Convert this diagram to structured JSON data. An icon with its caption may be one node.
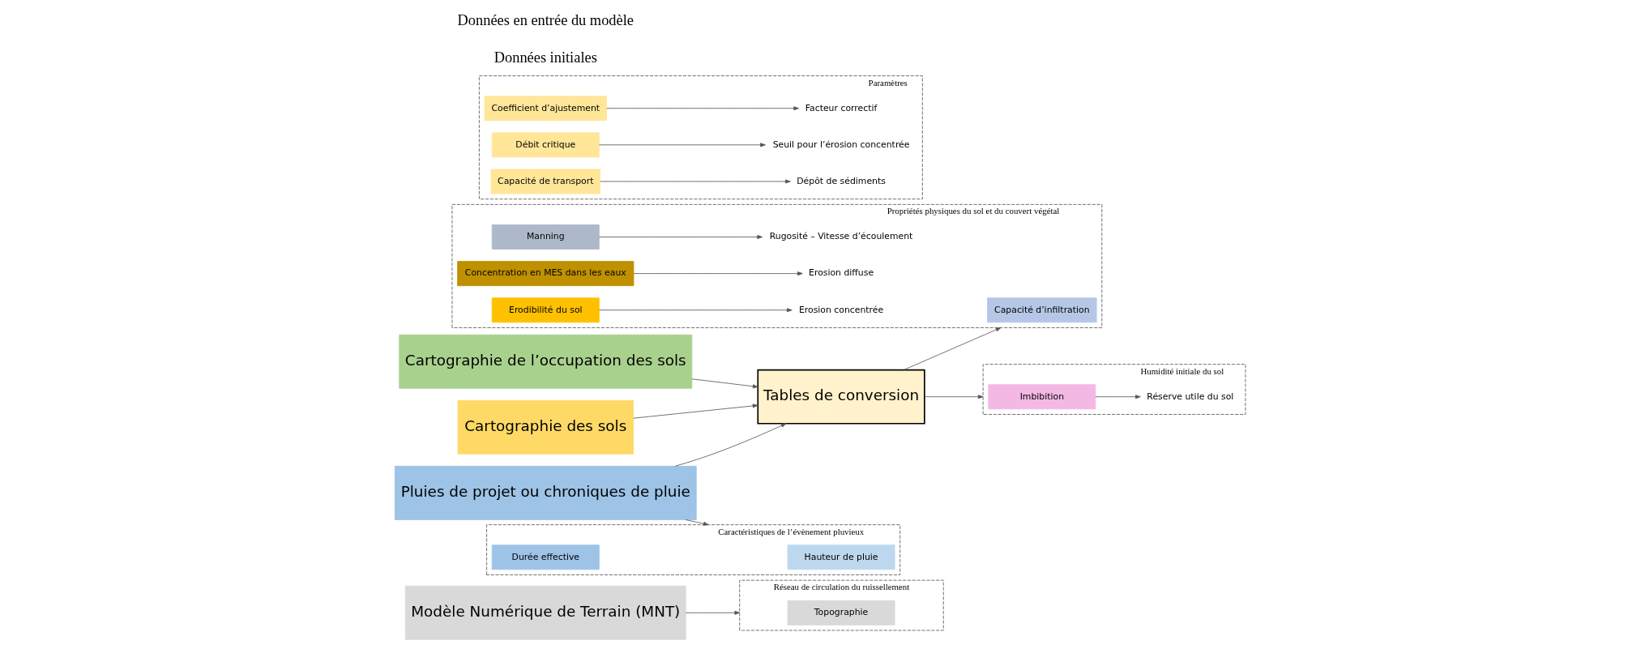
{
  "diagram": {
    "nodes": [
      {
        "text": [
          "Modèle Numérique de Terrain (MNT)"
        ]
      },
      {
        "text": [
          "Cartographie de l’occupation des sols"
        ]
      },
      {
        "text": [
          "Cartographie des sols"
        ]
      },
      {
        "text": [
          "Pluies de projet ou chroniques de pluie"
        ]
      },
      {
        "text": [
          "Tables de conversion"
        ]
      },
      {
        "text": [
          "Réseau de circulation du ruissellement"
        ]
      },
      {
        "text": [
          "Topographie"
        ],
        "in": 5
      },
      {
        "text": [
          "Propriétés physiques du sol et du couvert végétal"
        ]
      },
      {
        "text": [
          "Capacité d’infiltration"
        ],
        "in": 7
      },
      {
        "text": [
          "Manning"
        ],
        "in": 7
      },
      {
        "text": [
          "Concentration en MES dans les eaux"
        ],
        "in": 7
      },
      {
        "text": [
          "Erodibilité du sol"
        ],
        "in": 7
      },
      {
        "text": [
          "Rugosité – Vitesse d’écoulement"
        ],
        "in": 7
      },
      {
        "text": [
          "Erosion diffuse"
        ],
        "in": 7
      },
      {
        "text": [
          "Erosion concentrée"
        ],
        "in": 7
      },
      {
        "text": [
          "Humidité initiale du sol"
        ]
      },
      {
        "text": [
          "Imbibition"
        ],
        "in": 15
      },
      {
        "text": [
          "Réserve utile du sol"
        ],
        "in": 15
      },
      {
        "text": [
          "Caractéristiques de l’évènement pluvieux"
        ]
      },
      {
        "text": [
          "Hauteur de pluie"
        ],
        "in": 18
      },
      {
        "text": [
          "Durée effective"
        ],
        "in": 18
      },
      {
        "text": [
          "Paramètres"
        ]
      },
      {
        "text": [
          "Coefficient d’ajustement"
        ],
        "in": 21
      },
      {
        "text": [
          "Facteur correctif"
        ],
        "in": 21
      },
      {
        "text": [
          "Débit critique"
        ],
        "in": 21
      },
      {
        "text": [
          "Seuil pour l’érosion concentrée"
        ],
        "in": 21
      },
      {
        "text": [
          "Capacité de transport"
        ],
        "in": 21
      },
      {
        "text": [
          "Dépôt de sédiments"
        ],
        "in": 21
      }
    ],
    "edges": [
      {
        "from": 0,
        "to": 5,
        "arrow": "to"
      },
      {
        "from": 1,
        "to": 4,
        "arrow": "to"
      },
      {
        "from": 2,
        "to": 4,
        "arrow": "to"
      },
      {
        "from": 3,
        "to": 4,
        "arrow": "to"
      },
      {
        "from": 3,
        "to": 18,
        "arrow": "to"
      },
      {
        "from": 4,
        "to": 7,
        "arrow": "to"
      },
      {
        "from": 4,
        "to": 15,
        "arrow": "to"
      },
      {
        "from": 9,
        "to": 12,
        "arrow": "to"
      },
      {
        "from": 10,
        "to": 13,
        "arrow": "to"
      },
      {
        "from": 11,
        "to": 14,
        "arrow": "to"
      },
      {
        "from": 16,
        "to": 17,
        "arrow": "to"
      },
      {
        "from": 22,
        "to": 23,
        "arrow": "to"
      },
      {
        "from": 24,
        "to": 25,
        "arrow": "to"
      },
      {
        "from": 26,
        "to": 27,
        "arrow": "to"
      }
    ],
    "labels": [
      "Données initiales",
      "Données en entrée du modèle"
    ]
  }
}
